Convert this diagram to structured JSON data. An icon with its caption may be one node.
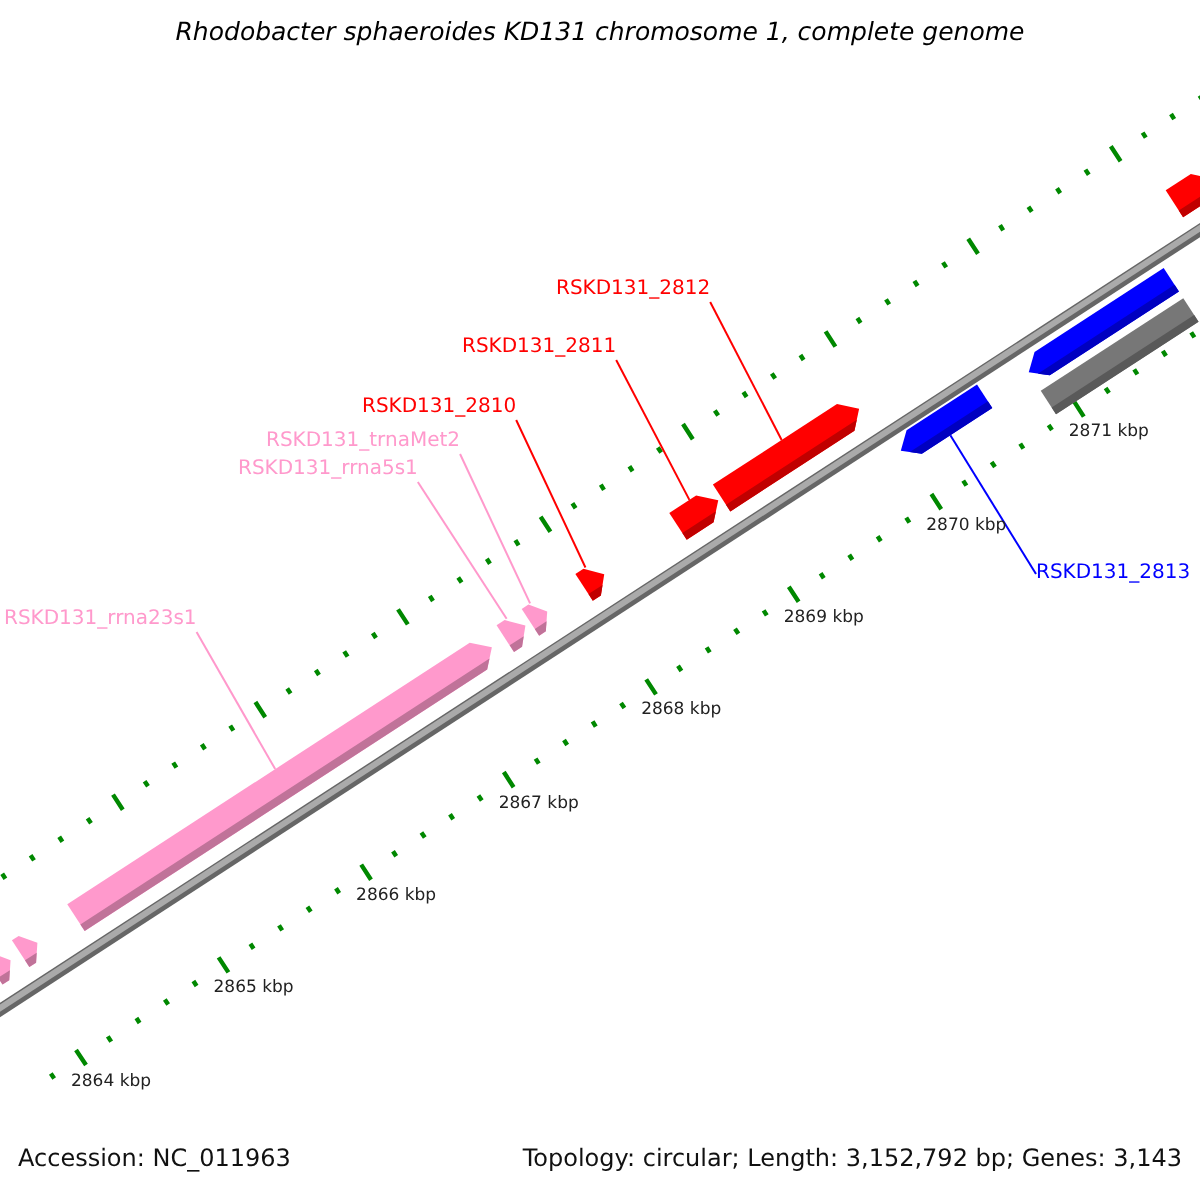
{
  "diagram": {
    "title": "Rhodobacter sphaeroides KD131 chromosome 1, complete genome",
    "nodes": [
      {
        "text": [
          "RSKD131_2812"
        ]
      },
      {
        "text": [
          "RSKD131_2811"
        ]
      },
      {
        "text": [
          "RSKD131_2810"
        ]
      },
      {
        "text": [
          "RSKD131_trnaMet2"
        ]
      },
      {
        "text": [
          "RSKD131_rrna5s1"
        ]
      },
      {
        "text": [
          "RSKD131_2813"
        ]
      },
      {
        "text": [
          "RSKD131_rrna23s1"
        ]
      },
      {
        "text": [],
        "shape": "arrow"
      },
      {
        "text": [],
        "shape": "arrow"
      },
      {
        "text": [],
        "shape": "arrow"
      },
      {
        "text": [],
        "shape": "arrow"
      },
      {
        "text": [],
        "shape": "arrow"
      },
      {
        "text": [],
        "shape": "arrow"
      },
      {
        "text": [],
        "shape": "arrow"
      },
      {
        "text": [],
        "shape": "arrow"
      },
      {
        "text": [],
        "shape": "arrow"
      },
      {
        "text": [],
        "shape": "arrow"
      },
      {
        "text": [],
        "shape": "bar"
      },
      {
        "text": [],
        "shape": "arrow"
      }
    ],
    "edges": [
      {
        "from": 0,
        "to": 14,
        "arrow": "none",
        "color": "#ff0000"
      },
      {
        "from": 1,
        "to": 13,
        "arrow": "none",
        "color": "#ff0000"
      },
      {
        "from": 2,
        "to": 12,
        "arrow": "none",
        "color": "#ff0000"
      },
      {
        "from": 3,
        "to": 11,
        "arrow": "none",
        "color": "#ff99cc"
      },
      {
        "from": 4,
        "to": 10,
        "arrow": "none",
        "color": "#ff99cc"
      },
      {
        "from": 5,
        "to": 15,
        "arrow": "none",
        "color": "#0000ff"
      },
      {
        "from": 6,
        "to": 9,
        "arrow": "none",
        "color": "#ff99cc"
      }
    ],
    "labels": [
      "2871 kbp",
      "2870 kbp",
      "2869 kbp",
      "2868 kbp",
      "2867 kbp",
      "2866 kbp",
      "2865 kbp",
      "2864 kbp",
      "Accession: NC_011963",
      "Topology: circular; Length: 3,152,792 bp; Genes: 3,143"
    ]
  }
}
